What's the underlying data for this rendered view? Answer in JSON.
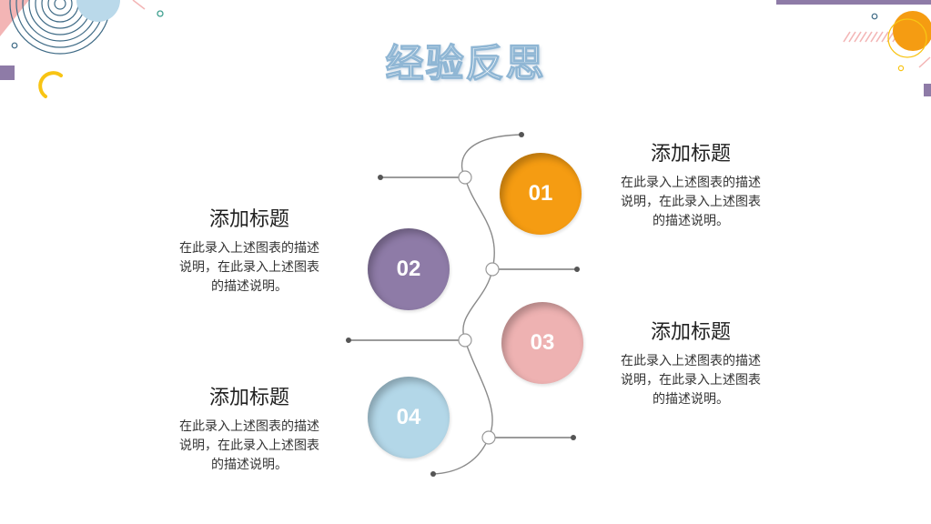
{
  "title": "经验反思",
  "items": [
    {
      "num": "01",
      "heading": "添加标题",
      "desc": "在此录入上述图表的描述说明，在此录入上述图表的描述说明。",
      "color": "#f59c12"
    },
    {
      "num": "02",
      "heading": "添加标题",
      "desc": "在此录入上述图表的描述说明，在此录入上述图表的描述说明。",
      "color": "#8e7ba7"
    },
    {
      "num": "03",
      "heading": "添加标题",
      "desc": "在此录入上述图表的描述说明，在此录入上述图表的描述说明。",
      "color": "#eeb2b2"
    },
    {
      "num": "04",
      "heading": "添加标题",
      "desc": "在此录入上述图表的描述说明，在此录入上述图表的描述说明。",
      "color": "#b3d7e8"
    }
  ],
  "colors": {
    "purple": "#8e7ba7",
    "orange": "#f59c12",
    "yellow": "#f8c414",
    "light_blue": "#bad9ea",
    "pink": "#f3b5b5",
    "teal": "#3fa090",
    "navy": "#3e6a85",
    "line_gray": "#666666"
  }
}
